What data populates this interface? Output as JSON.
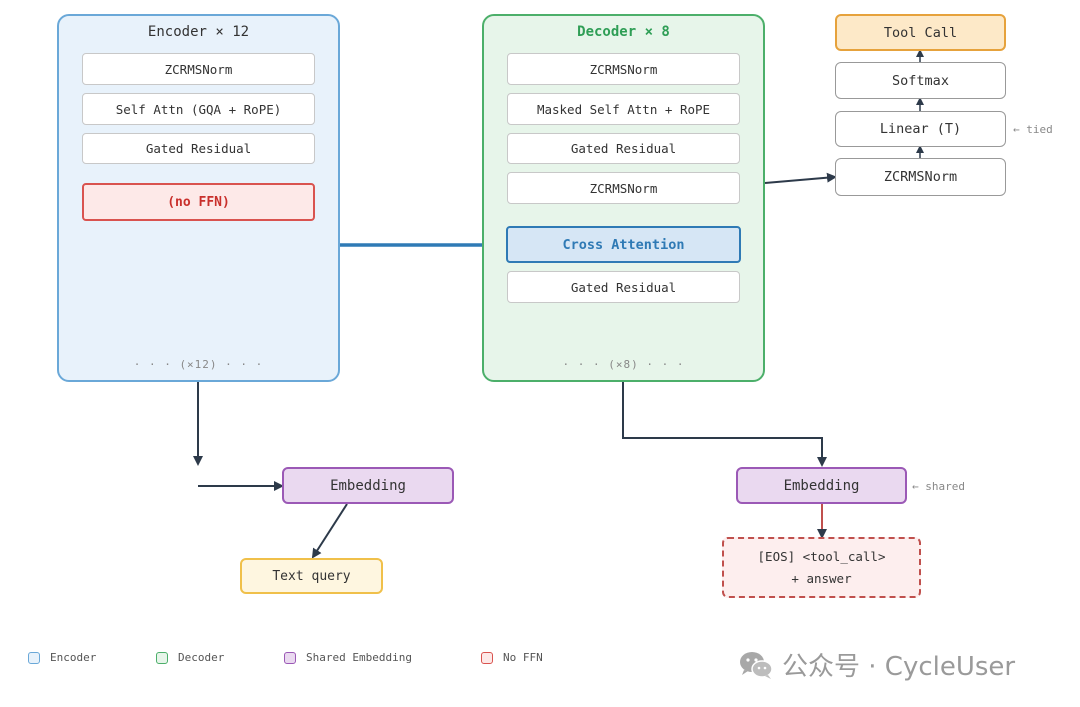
{
  "encoder": {
    "title": "Encoder × 12",
    "blocks": [
      "ZCRMSNorm",
      "Self Attn (GQA + RoPE)",
      "Gated Residual"
    ],
    "no_ffn": "(no FFN)",
    "footer": "· · · (×12) · · ·"
  },
  "decoder": {
    "title": "Decoder × 8",
    "blocks": [
      "ZCRMSNorm",
      "Masked Self Attn + RoPE",
      "Gated Residual",
      "ZCRMSNorm"
    ],
    "cross_attention": "Cross Attention",
    "last_block": "Gated Residual",
    "footer": "· · · (×8) · · ·"
  },
  "head": {
    "tool_call": "Tool Call",
    "softmax": "Softmax",
    "linear": "Linear (T)",
    "linear_note": "← tied",
    "norm": "ZCRMSNorm"
  },
  "embedding_left": "Embedding",
  "text_query": "Text query",
  "embedding_right": "Embedding",
  "embedding_right_note": "← shared",
  "output": {
    "line1": "[EOS] <tool_call>",
    "line2": "+ answer"
  },
  "legend": [
    {
      "label": "Encoder",
      "fill": "#e8f2fb",
      "stroke": "#6aa8d8"
    },
    {
      "label": "Decoder",
      "fill": "#e7f5ea",
      "stroke": "#4caf6a"
    },
    {
      "label": "Shared Embedding",
      "fill": "#ead9f0",
      "stroke": "#9b59b6"
    },
    {
      "label": "No FFN",
      "fill": "#fde9e8",
      "stroke": "#d9534f"
    }
  ],
  "watermark": "公众号 · CycleUser",
  "watermark_icon": "wechat-icon"
}
